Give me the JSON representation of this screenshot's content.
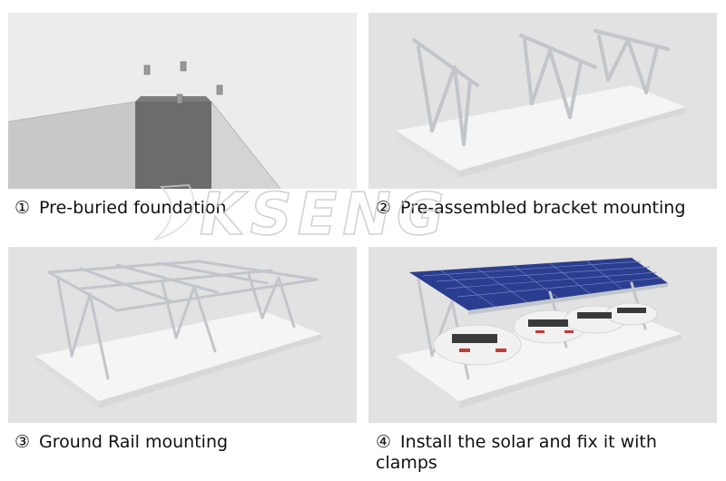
{
  "steps": [
    {
      "number": "①",
      "label": "Pre-buried foundation"
    },
    {
      "number": "②",
      "label": "Pre-assembled bracket mounting"
    },
    {
      "number": "③",
      "label": "Ground Rail mounting"
    },
    {
      "number": "④",
      "label": "Install the solar and fix it with",
      "label_line2": "clamps"
    }
  ],
  "watermark": {
    "text": "KSENG"
  },
  "colors": {
    "background": "#ffffff",
    "scene_bg": "#e2e2e2",
    "platform": "#f4f4f4",
    "foundation_block": "#6c6c6c",
    "steel": "#c9cdd2",
    "solar_panel": "#2b3d8e"
  }
}
